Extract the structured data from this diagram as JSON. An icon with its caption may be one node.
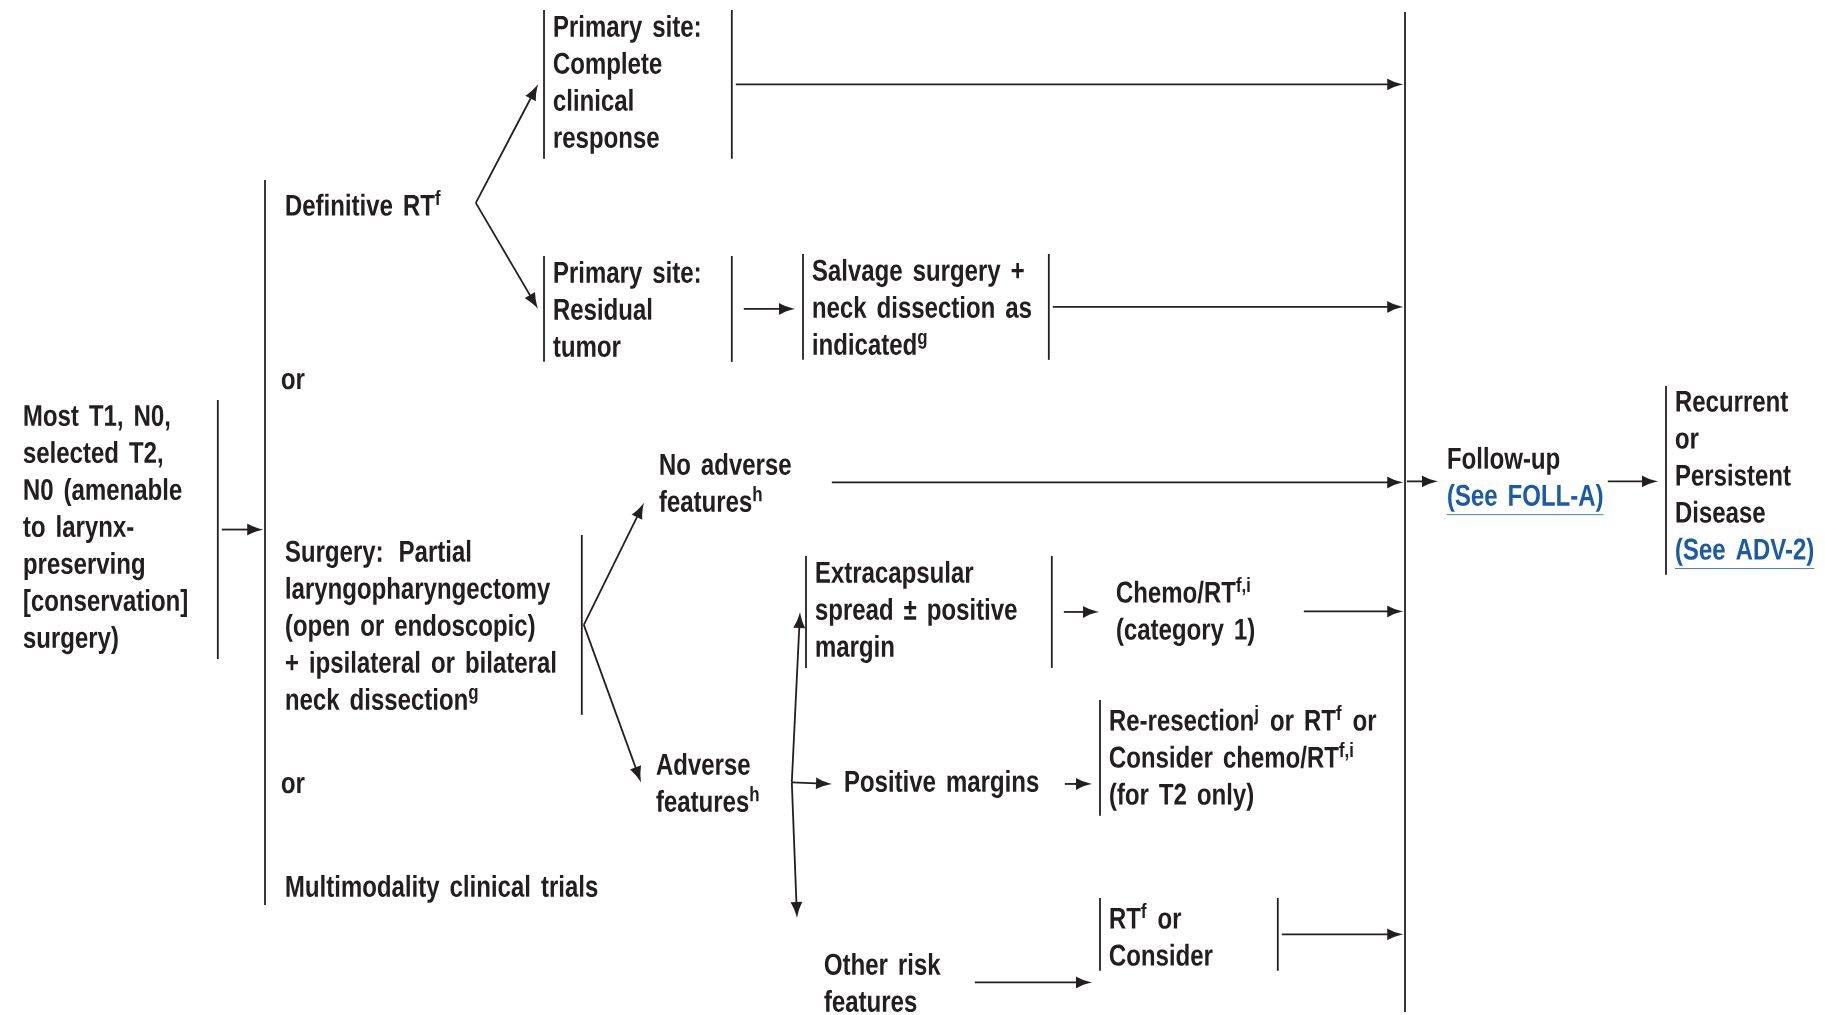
{
  "diagram": {
    "nodes": [
      {
        "text": [
          "Most T1, N0, selected T2, N0 (amenable to larynx-preserving [conservation] surgery)"
        ]
      },
      {
        "text": [
          "Definitive RT$^{f}$"
        ]
      },
      {
        "text": [
          "Surgery: Partial laryngopharyngectomy (open or endoscopic) + ipsilateral or bilateral neck dissection$^{g}$"
        ]
      },
      {
        "text": [
          "Multimodality clinical trials"
        ]
      },
      {
        "text": [
          "Primary site: Complete clinical response"
        ]
      },
      {
        "text": [
          "Primary site: Residual tumor"
        ]
      },
      {
        "text": [
          "Salvage surgery + neck dissection as indicated$^{g}$"
        ]
      },
      {
        "text": [
          "No adverse features$^{h}$"
        ]
      },
      {
        "text": [
          "Adverse features$^{h}$"
        ]
      },
      {
        "text": [
          "Extracapsular spread ± positive margin"
        ]
      },
      {
        "text": [
          "Chemo/RT$^{f,i}$ (category 1)"
        ]
      },
      {
        "text": [
          "Positive margins"
        ]
      },
      {
        "text": [
          "Re-resection$^{j}$ or RT$^{f}$ or Consider chemo/RT$^{f,i}$ (for T2 only)"
        ]
      },
      {
        "text": [
          "Other risk features"
        ]
      },
      {
        "text": [
          "RT$^{f}$ or Consider"
        ]
      },
      {
        "text": [
          "Follow-up",
          "(See FOLL-A)"
        ]
      },
      {
        "text": [
          "Recurrent or Persistent Disease",
          "(See ADV-2)"
        ]
      },
      {
        "text": [],
        "shape": "bar"
      },
      {
        "text": [],
        "shape": "bar"
      }
    ],
    "edges": [
      {
        "from": 0,
        "to": 17,
        "arrow": "to"
      },
      {
        "from": 1,
        "to": 4,
        "arrow": "to"
      },
      {
        "from": 1,
        "to": 5,
        "arrow": "to"
      },
      {
        "from": 5,
        "to": 6,
        "arrow": "to"
      },
      {
        "from": 2,
        "to": 7,
        "arrow": "to"
      },
      {
        "from": 2,
        "to": 8,
        "arrow": "to"
      },
      {
        "from": 8,
        "to": 9,
        "arrow": "to"
      },
      {
        "from": 8,
        "to": 11,
        "arrow": "to"
      },
      {
        "from": 8,
        "to": 13,
        "arrow": "to"
      },
      {
        "from": 9,
        "to": 10,
        "arrow": "to"
      },
      {
        "from": 11,
        "to": 12,
        "arrow": "to"
      },
      {
        "from": 13,
        "to": 14,
        "arrow": "to"
      },
      {
        "from": 4,
        "to": 18,
        "arrow": "to"
      },
      {
        "from": 6,
        "to": 18,
        "arrow": "to"
      },
      {
        "from": 7,
        "to": 18,
        "arrow": "to"
      },
      {
        "from": 10,
        "to": 18,
        "arrow": "to"
      },
      {
        "from": 14,
        "to": 18,
        "arrow": "to"
      },
      {
        "from": 18,
        "to": 15,
        "arrow": "to"
      },
      {
        "from": 15,
        "to": 16,
        "arrow": "to"
      }
    ],
    "labels": [
      "or",
      "or"
    ]
  }
}
